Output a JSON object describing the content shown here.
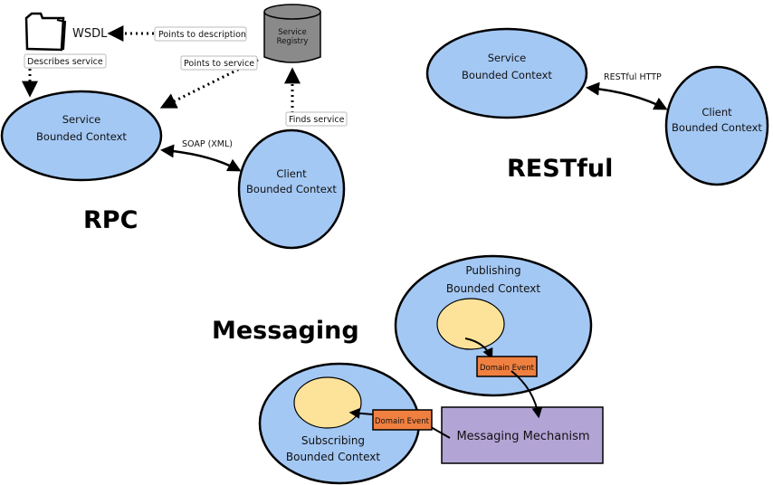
{
  "colors": {
    "context_fill": "#a4c8f4",
    "inner_fill": "#fde39a",
    "event_fill": "#f08040",
    "mechanism_fill": "#b3a4d6",
    "registry_fill": "#8a8a8a",
    "stroke": "#000000"
  },
  "rpc": {
    "title": "RPC",
    "wsdl": {
      "icon": "folder-icon",
      "label": "WSDL"
    },
    "registry": {
      "icon": "database-icon",
      "line1": "Service",
      "line2": "Registry"
    },
    "service": {
      "line1": "Service",
      "line2": "Bounded Context"
    },
    "client": {
      "line1": "Client",
      "line2": "Bounded Context"
    },
    "tags": {
      "points_to_description": "Points to description",
      "describes_service": "Describes service",
      "points_to_service": "Points to service",
      "finds_service": "Finds service"
    },
    "protocol": "SOAP (XML)"
  },
  "restful": {
    "title": "RESTful",
    "service": {
      "line1": "Service",
      "line2": "Bounded Context"
    },
    "client": {
      "line1": "Client",
      "line2": "Bounded Context"
    },
    "protocol": "RESTful HTTP"
  },
  "messaging": {
    "title": "Messaging",
    "publisher": {
      "line1": "Publishing",
      "line2": "Bounded Context"
    },
    "subscriber": {
      "line1": "Subscribing",
      "line2": "Bounded Context"
    },
    "event_out": "Domain Event",
    "event_in": "Domain Event",
    "mechanism": "Messaging Mechanism"
  }
}
